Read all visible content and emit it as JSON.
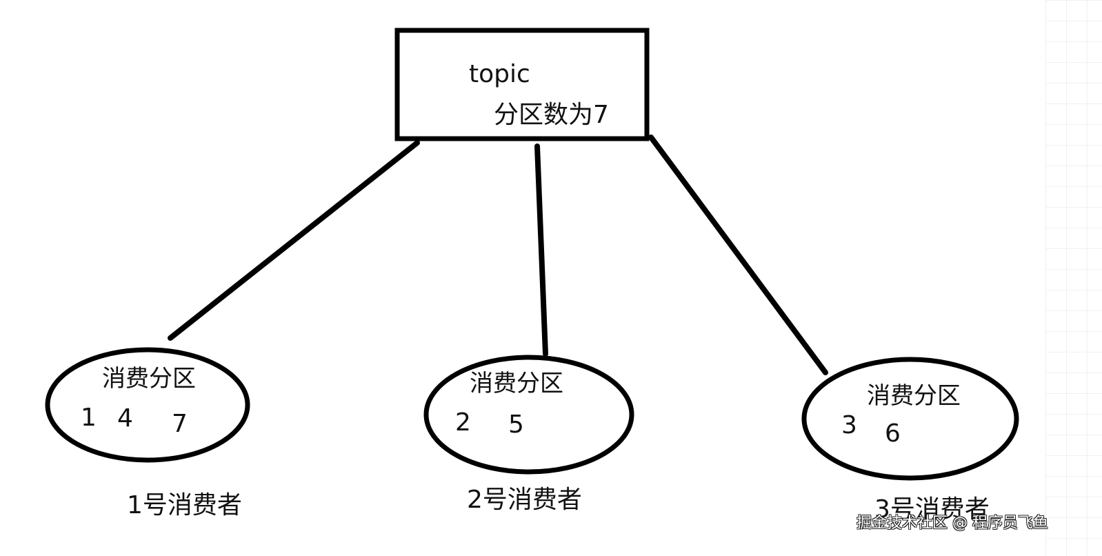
{
  "diagram": {
    "topic": {
      "title": "topic",
      "subtitle": "分区数为7"
    },
    "consumers": [
      {
        "partition_label": "消费分区",
        "partitions": [
          "1",
          "4",
          "7"
        ],
        "name": "1号消费者"
      },
      {
        "partition_label": "消费分区",
        "partitions": [
          "2",
          "5"
        ],
        "name": "2号消费者"
      },
      {
        "partition_label": "消费分区",
        "partitions": [
          "3",
          "6"
        ],
        "name": "3号消费者"
      }
    ]
  },
  "watermark": "掘金技术社区 @ 程序员飞鱼",
  "colors": {
    "stroke": "#000000",
    "text": "#111111",
    "background": "#ffffff"
  }
}
